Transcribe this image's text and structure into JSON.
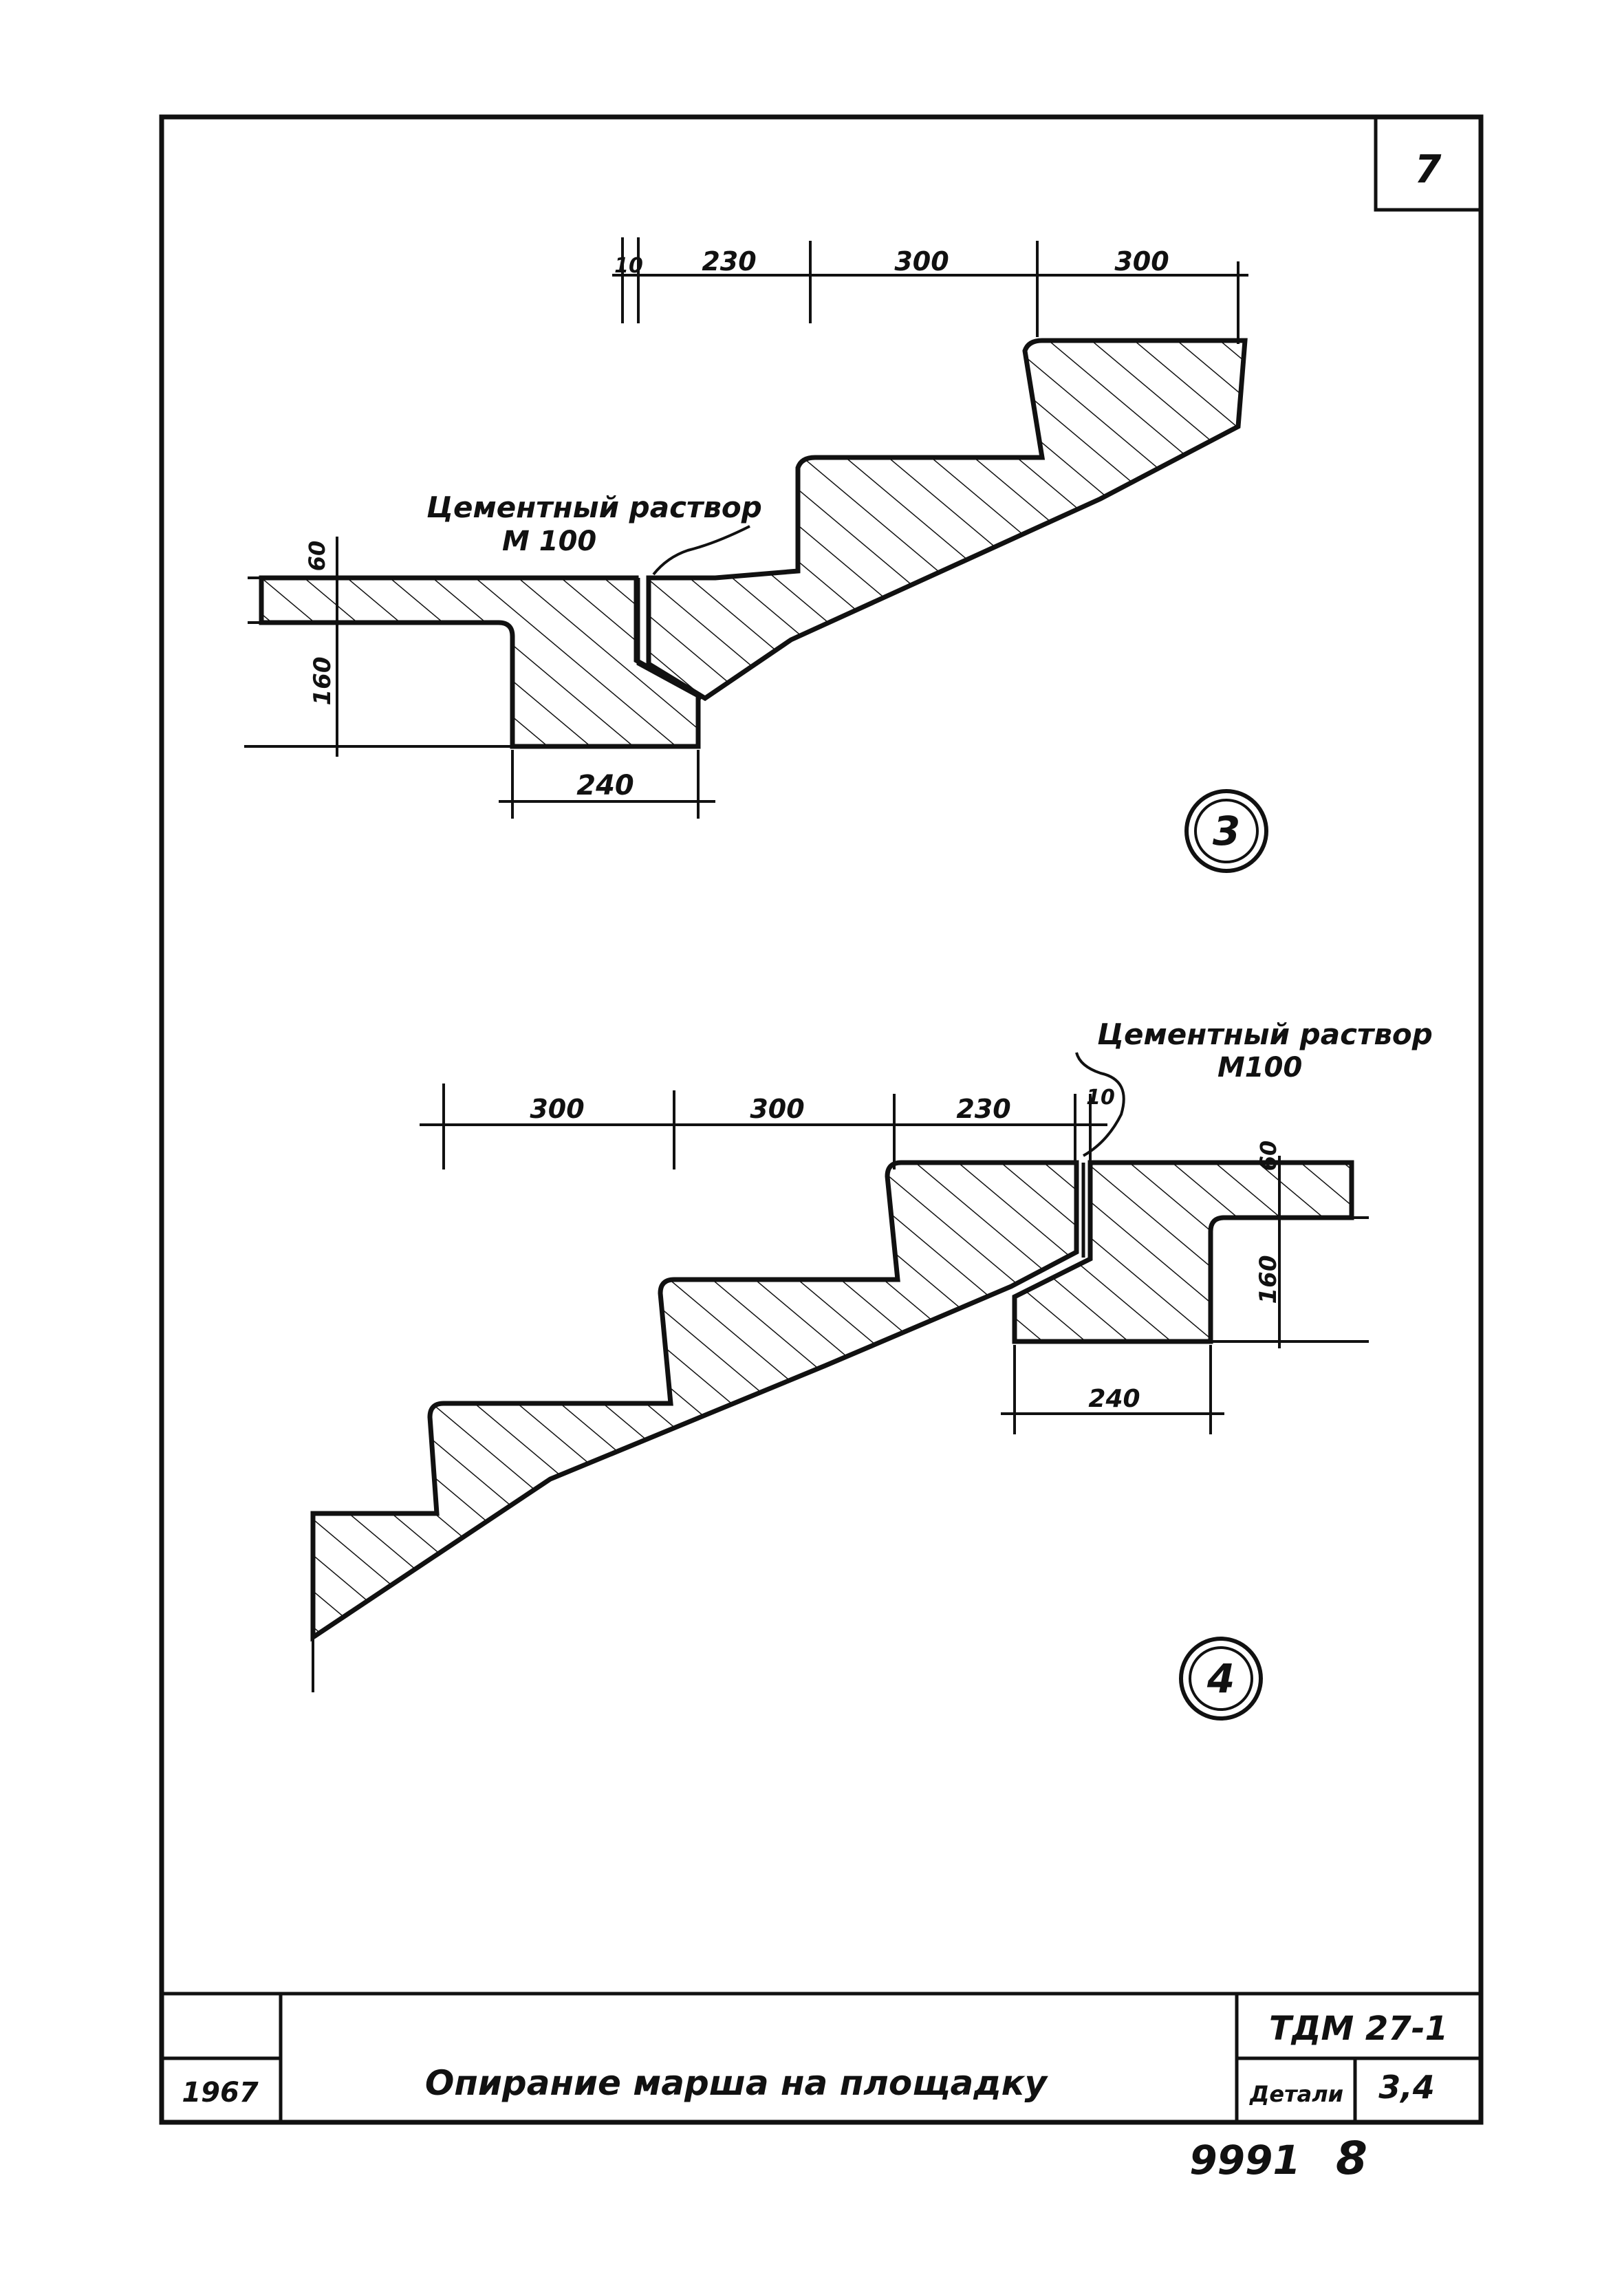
{
  "sheet": {
    "page_number": "7",
    "stamp_code": "9991",
    "stamp_suffix": "8"
  },
  "detail_3": {
    "marker": "3",
    "mortar_label_line1": "Цементный раствор",
    "mortar_label_line2": "М 100",
    "dims_top": [
      "10",
      "230",
      "300",
      "300"
    ],
    "dim_thickness": "60",
    "dim_height": "160",
    "dim_width": "240"
  },
  "detail_4": {
    "marker": "4",
    "mortar_label_line1": "Цементный раствор",
    "mortar_label_line2": "М100",
    "dims_top": [
      "300",
      "300",
      "230",
      "10"
    ],
    "dim_thickness": "60",
    "dim_height": "160",
    "dim_width": "240"
  },
  "title_block": {
    "year": "1967",
    "title": "Опирание марша на площадку",
    "code": "ТДМ 27-1",
    "details_label": "Детали",
    "details_value": "3,4"
  },
  "colors": {
    "ink": "#111111",
    "paper": "#ffffff"
  }
}
